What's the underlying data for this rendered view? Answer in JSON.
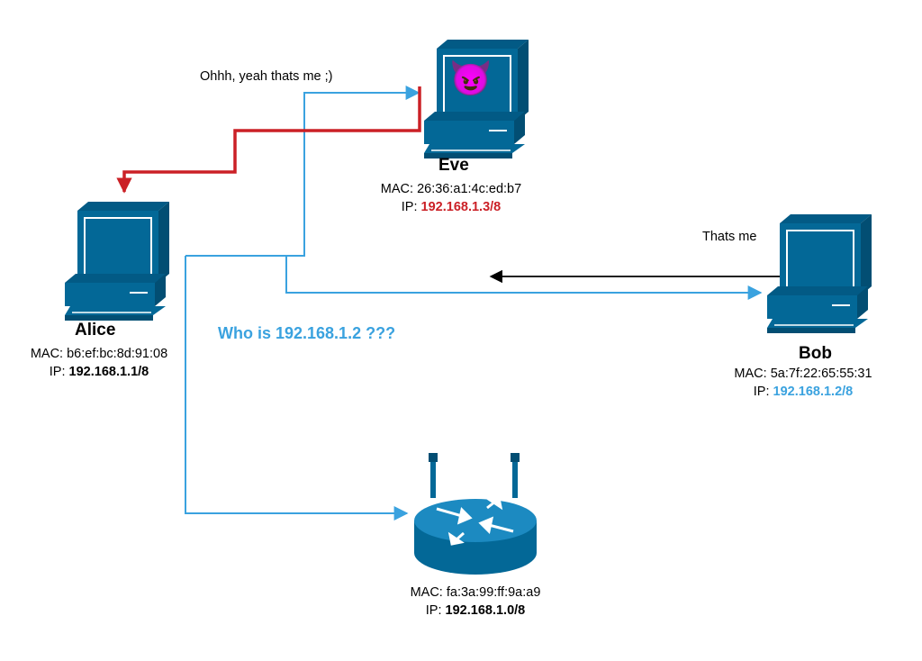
{
  "colors": {
    "device": "#036897",
    "device_dark": "#024e73",
    "blue_link": "#3aa2df",
    "red_link": "#cb2026",
    "black_link": "#000000",
    "eve_ip": "#cb2026",
    "bob_ip": "#3aa2df"
  },
  "nodes": {
    "alice": {
      "name": "Alice",
      "mac_label": "MAC:",
      "mac": "b6:ef:bc:8d:91:08",
      "ip_label": "IP:",
      "ip": "192.168.1.1/8",
      "icon": "desktop-computer-icon"
    },
    "eve": {
      "name": "Eve",
      "mac_label": "MAC:",
      "mac": "26:36:a1:4c:ed:b7",
      "ip_label": "IP:",
      "ip": "192.168.1.3/8",
      "icon": "desktop-computer-icon",
      "screen_emoji": "😈"
    },
    "bob": {
      "name": "Bob",
      "mac_label": "MAC:",
      "mac": "5a:7f:22:65:55:31",
      "ip_label": "IP:",
      "ip": "192.168.1.2/8",
      "icon": "desktop-computer-icon"
    },
    "router": {
      "mac_label": "MAC:",
      "mac": "fa:3a:99:ff:9a:a9",
      "ip_label": "IP:",
      "ip": "192.168.1.0/8",
      "icon": "router-icon"
    }
  },
  "messages": {
    "broadcast": "Who is 192.168.1.2 ???",
    "eve_reply": "Ohhh, yeah thats me ;)",
    "bob_reply": "Thats me"
  }
}
